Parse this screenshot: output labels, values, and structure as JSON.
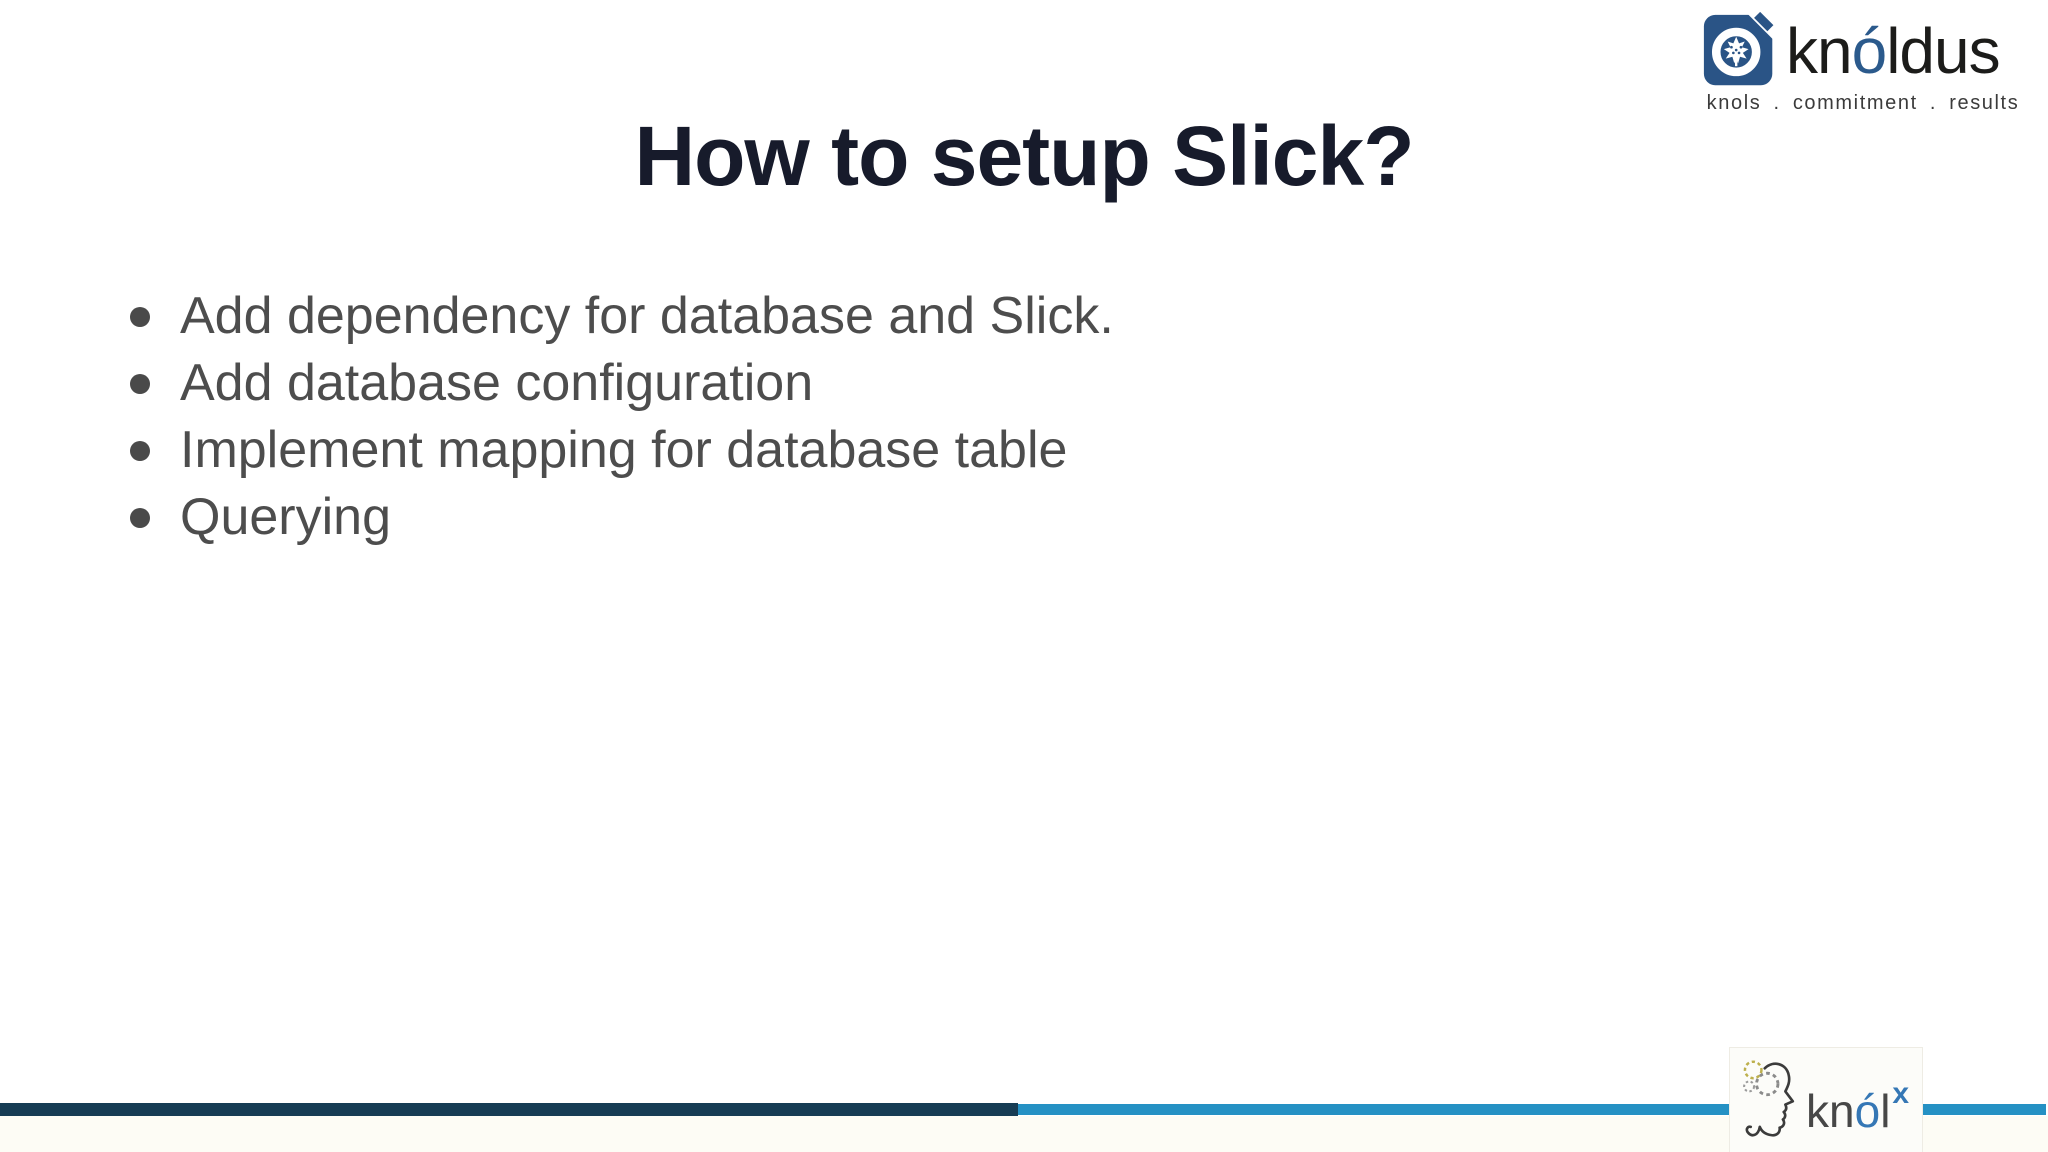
{
  "slide": {
    "title": "How to setup Slick?",
    "bullets": [
      "Add dependency for database and Slick.",
      "Add database configuration",
      "Implement mapping for database table",
      "Querying"
    ]
  },
  "brand_header": {
    "logo_icon": "knoldus-maple-leaf-logo",
    "wordmark": {
      "pre": "kn",
      "accent": "ó",
      "post": "ldus"
    },
    "tagline": "knols . commitment . results",
    "colors": {
      "logo_blue": "#2a5486",
      "wordmark_black": "#1c1c1a",
      "accent_blue": "#2b5a8c",
      "tagline_gray": "#3b3b3b"
    }
  },
  "footer": {
    "divider": {
      "dark_color": "#173c54",
      "teal_color": "#2591c4"
    },
    "knolx_logo": {
      "icon": "knolx-head-gears-logo",
      "pre": "kn",
      "accent": "ó",
      "post": "l",
      "sup": "x",
      "blue": "#3577b5",
      "gray": "#474747"
    }
  }
}
